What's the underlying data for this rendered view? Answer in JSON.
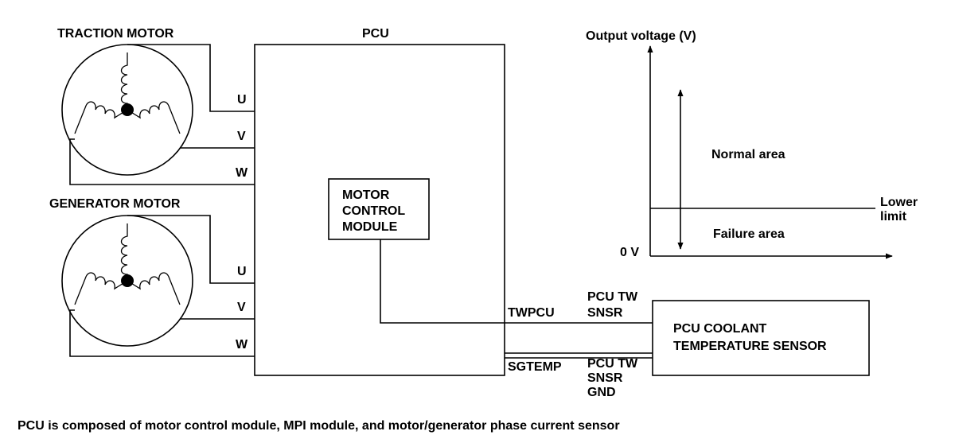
{
  "diagram": {
    "traction_motor": {
      "title": "TRACTION MOTOR",
      "phases": [
        "U",
        "V",
        "W"
      ]
    },
    "generator_motor": {
      "title": "GENERATOR MOTOR",
      "phases": [
        "U",
        "V",
        "W"
      ]
    },
    "pcu": {
      "title": "PCU",
      "module_lines": [
        "MOTOR",
        "CONTROL",
        "MODULE"
      ],
      "terminal_twpcu": "TWPCU",
      "terminal_sgtemp": "SGTEMP"
    },
    "sensor": {
      "lines": [
        "PCU COOLANT",
        "TEMPERATURE SENSOR"
      ],
      "pin_signal_lines": [
        "PCU TW",
        "SNSR"
      ],
      "pin_ground_lines": [
        "PCU TW",
        "SNSR",
        "GND"
      ]
    },
    "graph": {
      "ylabel": "Output voltage (V)",
      "zero_label": "0 V",
      "normal_area": "Normal area",
      "failure_area": "Failure area",
      "lower_limit_lines": [
        "Lower",
        "limit"
      ]
    },
    "caption": "PCU is composed of motor control module, MPI module, and motor/generator phase current sensor"
  }
}
